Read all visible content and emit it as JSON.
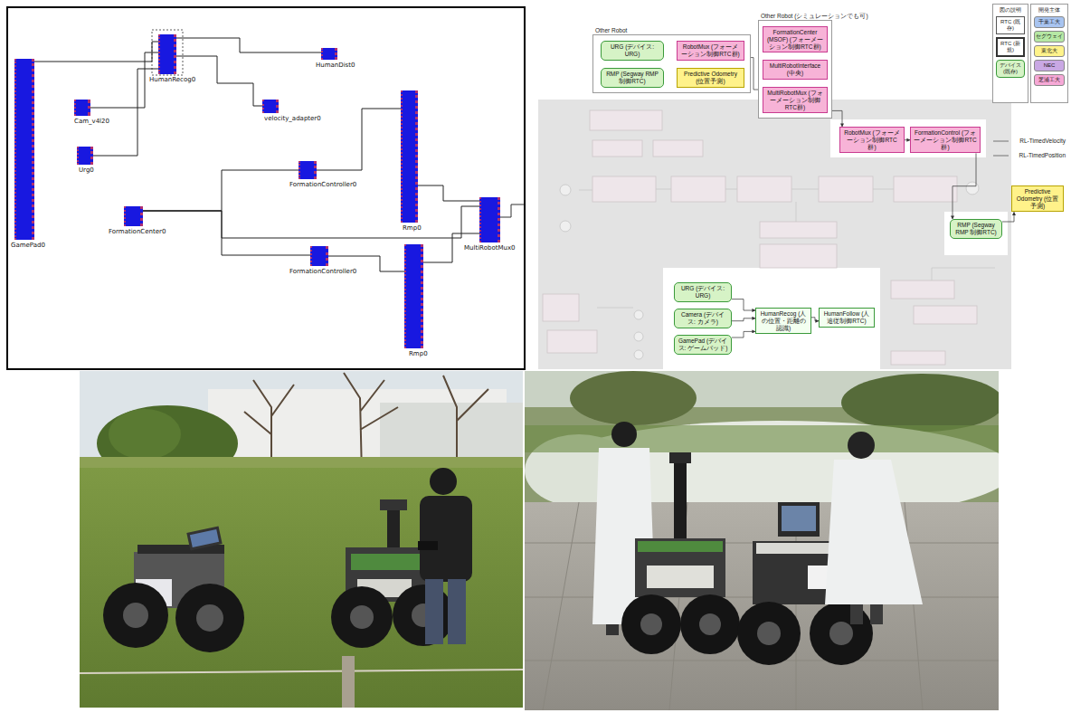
{
  "diagram": {
    "nodes": [
      {
        "text": [
          "GamePad0"
        ]
      },
      {
        "text": [
          "Cam_v4l20"
        ]
      },
      {
        "text": [
          "Urg0"
        ]
      },
      {
        "text": [
          "HumanRecog0"
        ]
      },
      {
        "text": [
          "HumanDist0"
        ]
      },
      {
        "text": [
          "velocity_adapter0"
        ]
      },
      {
        "text": [
          "Rmp0"
        ]
      },
      {
        "text": [
          "FormationController0"
        ]
      },
      {
        "text": [
          "FormationCenter0"
        ]
      },
      {
        "text": [
          "MultiRobotMux0"
        ]
      },
      {
        "text": [
          "FormationController0"
        ]
      },
      {
        "text": [
          "Rmp0"
        ]
      },
      {
        "text": [
          "Other Robot"
        ]
      },
      {
        "text": [
          "URG (デバイス: URG)"
        ],
        "in": 12
      },
      {
        "text": [
          "RMP (Segway RMP 制御RTC)"
        ],
        "in": 12
      },
      {
        "text": [
          "RobotMux (フォーメーション制御RTC群)"
        ],
        "in": 12
      },
      {
        "text": [
          "Predictive Odometry (位置予測)"
        ],
        "in": 12
      },
      {
        "text": [
          "Other Robot (シミュレーションでも可)"
        ]
      },
      {
        "text": [
          "FormationCenter (MSOF) (フォーメーション制御RTC群)"
        ],
        "in": 17
      },
      {
        "text": [
          "MultiRobotInterface (中央)"
        ],
        "in": 17
      },
      {
        "text": [
          "MultiRobotMux (フォーメーション制御RTC群)"
        ],
        "in": 17
      },
      {
        "text": [
          "RobotMux (フォーメーション制御RTC群)"
        ]
      },
      {
        "text": [
          "FormationControl (フォーメーション制御RTC群)"
        ]
      },
      {
        "text": [
          "Predictive Odometry (位置予測)"
        ]
      },
      {
        "text": [
          "RMP (Segway RMP 制御RTC)"
        ]
      },
      {
        "text": [
          "URG (デバイス: URG)"
        ]
      },
      {
        "text": [
          "Camera (デバイス: カメラ)"
        ]
      },
      {
        "text": [
          "GamePad (デバイス: ゲームパッド)"
        ]
      },
      {
        "text": [
          "HumanRecog (人の位置・距離の認識)"
        ]
      },
      {
        "text": [
          "HumanFollow (人追従制御RTC)"
        ]
      }
    ],
    "edges": [
      {
        "from": 0,
        "to": 3,
        "arrow": "none"
      },
      {
        "from": 1,
        "to": 3,
        "arrow": "none"
      },
      {
        "from": 2,
        "to": 3,
        "arrow": "none"
      },
      {
        "from": 3,
        "to": 4,
        "arrow": "none"
      },
      {
        "from": 3,
        "to": 5,
        "arrow": "none"
      },
      {
        "from": 8,
        "to": 7,
        "arrow": "none"
      },
      {
        "from": 8,
        "to": 10,
        "arrow": "none"
      },
      {
        "from": 8,
        "to": 9,
        "arrow": "none"
      },
      {
        "from": 7,
        "to": 6,
        "arrow": "none"
      },
      {
        "from": 10,
        "to": 11,
        "arrow": "none"
      },
      {
        "from": 6,
        "to": 9,
        "arrow": "none"
      },
      {
        "from": 11,
        "to": 9,
        "arrow": "none"
      },
      {
        "from": 13,
        "to": 15,
        "arrow": "to"
      },
      {
        "from": 14,
        "to": 16,
        "arrow": "to"
      },
      {
        "from": 16,
        "to": 15,
        "arrow": "to"
      },
      {
        "from": 15,
        "to": 20,
        "arrow": "to"
      },
      {
        "from": 20,
        "to": 19,
        "arrow": "to"
      },
      {
        "from": 19,
        "to": 18,
        "arrow": "to"
      },
      {
        "from": 20,
        "to": 21,
        "arrow": "to"
      },
      {
        "from": 21,
        "to": 22,
        "arrow": "to"
      },
      {
        "from": 22,
        "to": 24,
        "arrow": "to"
      },
      {
        "from": 24,
        "to": 23,
        "arrow": "to"
      },
      {
        "from": 25,
        "to": 28,
        "arrow": "to"
      },
      {
        "from": 26,
        "to": 28,
        "arrow": "to"
      },
      {
        "from": 27,
        "to": 28,
        "arrow": "to"
      },
      {
        "from": 28,
        "to": 29,
        "arrow": "to"
      }
    ],
    "labels": [
      "RL-TimedVelocity",
      "RL-TimedPosition",
      "図の説明",
      "RTC (既存)",
      "RTC (新規)",
      "デバイス (既存)",
      "開発主体"
    ],
    "legend": [
      {
        "text": "千葉工大",
        "color": "#a8c4f0"
      },
      {
        "text": "セグウェイ",
        "color": "#b6e8a4"
      },
      {
        "text": "東北大",
        "color": "#fff38a"
      },
      {
        "text": "NEC",
        "color": "#c9a8e4"
      },
      {
        "text": "芝浦工大",
        "color": "#f6a8d6"
      }
    ]
  }
}
